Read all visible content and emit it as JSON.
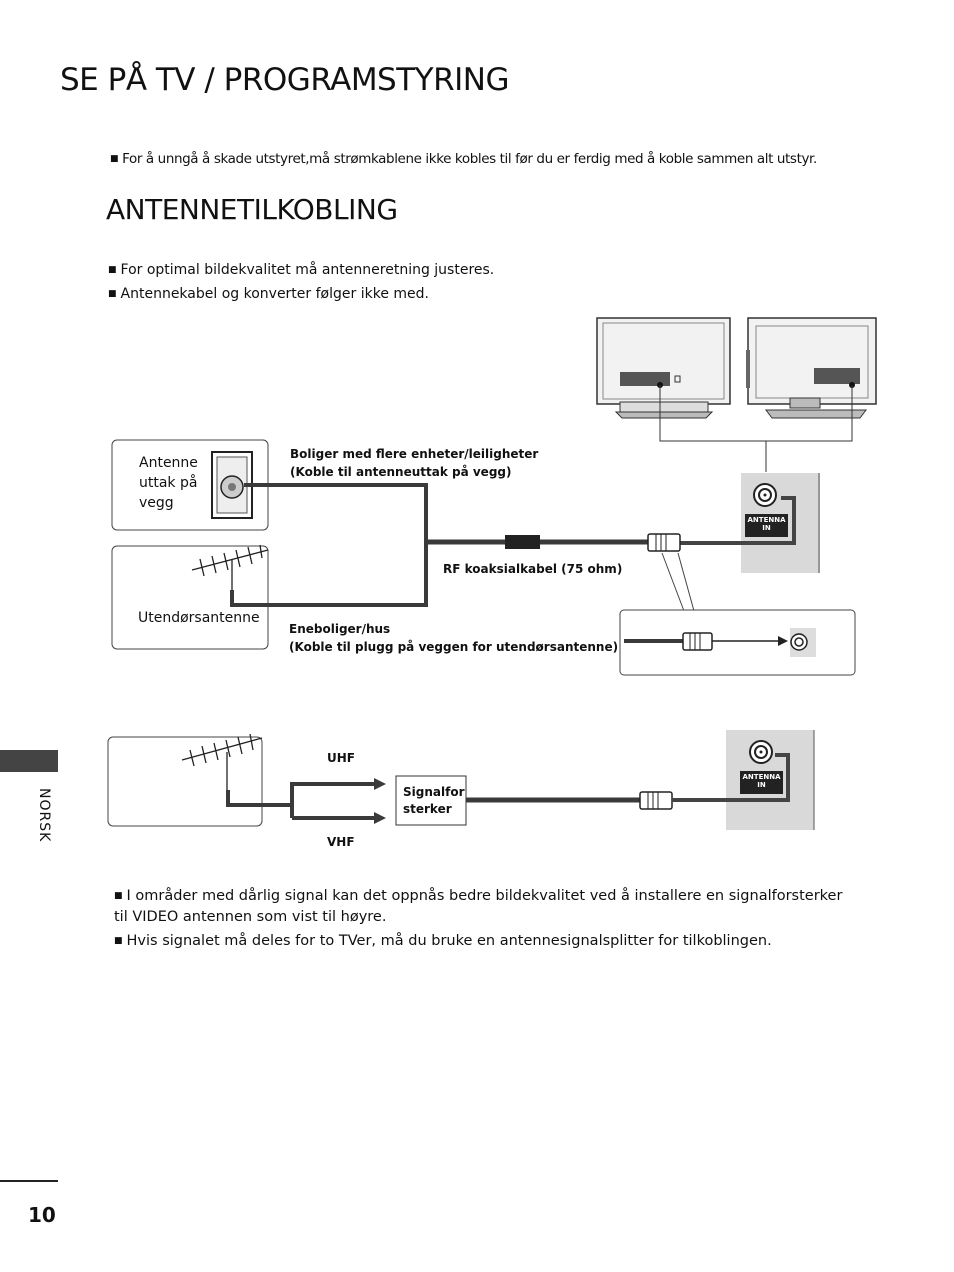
{
  "page": {
    "title": "SE PÅ TV / PROGRAMSTYRING",
    "warning": "For å unngå å skade utstyret,må strømkablene ikke kobles til før du er ferdig med å koble sammen alt utstyr.",
    "section_title": "ANTENNETILKOBLING",
    "notes": [
      "For optimal bildekvalitet må antenneretning justeres.",
      "Antennekabel og konverter følger ikke med."
    ],
    "bottom_notes": [
      "I områder med dårlig signal kan det oppnås bedre bildekvalitet ved å installere en signalforsterker til VIDEO antennen som vist til høyre.",
      "Hvis signalet må deles for to TVer, må du bruke en antennesignalsplitter for tilkoblingen."
    ],
    "side_tab": "NORSK",
    "page_number": "10",
    "bullet_glyph": "■"
  },
  "diagram1": {
    "wall_outlet_label": "Antenne uttak på vegg",
    "outdoor_antenna_label": "Utendørsantenne",
    "apartments_label_1": "Boliger med flere enheter/leiligheter",
    "apartments_label_2": "(Koble til antenneuttak på vegg)",
    "houses_label_1": "Eneboliger/hus",
    "houses_label_2": "(Koble til plugg på veggen for utendørsantenne)",
    "cable_label": "RF koaksialkabel (75 ohm)",
    "antenna_in_1": "ANTENNA",
    "antenna_in_2": "IN"
  },
  "diagram2": {
    "uhf": "UHF",
    "vhf": "VHF",
    "amplifier_1": "Signalfor",
    "amplifier_2": "sterker",
    "antenna_in_1": "ANTENNA",
    "antenna_in_2": "IN"
  }
}
